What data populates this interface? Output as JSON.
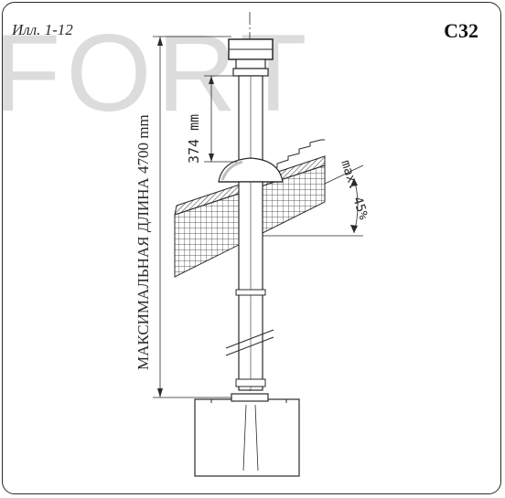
{
  "figure": {
    "label": "Илл. 1-12",
    "code": "C32",
    "watermark": "FORT",
    "max_length_label": "МАКСИМАЛЬНАЯ ДЛИНА 4700 mm",
    "terminal_height_label": "374 mm",
    "slope_label": "max. 45%"
  },
  "colors": {
    "line": "#2a2a2a",
    "watermark": "#dcdcdc",
    "dome_shadow": "#bfbfbf"
  }
}
